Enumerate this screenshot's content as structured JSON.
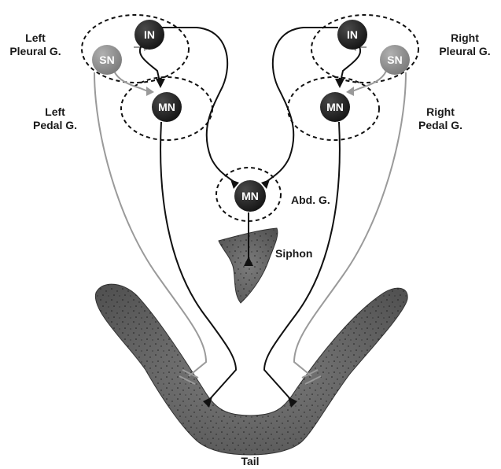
{
  "ganglia": {
    "left_pleural": [
      "Left",
      "Pleural G."
    ],
    "left_pedal": [
      "Left",
      "Pedal G."
    ],
    "right_pleural": [
      "Right",
      "Pleural G."
    ],
    "right_pedal": [
      "Right",
      "Pedal G."
    ],
    "abdominal": "Abd. G."
  },
  "nodes": {
    "left_in": "IN",
    "left_sn": "SN",
    "left_mn": "MN",
    "right_in": "IN",
    "right_sn": "SN",
    "right_mn": "MN",
    "abd_mn": "MN"
  },
  "body_parts": {
    "siphon": "Siphon",
    "tail": "Tail"
  },
  "colors": {
    "dark_neuron": "#1c1c1c",
    "gray_neuron": "#8c8c8c",
    "body_fill": "#6f6f6f",
    "connection_gray": "#9a9a9a"
  }
}
